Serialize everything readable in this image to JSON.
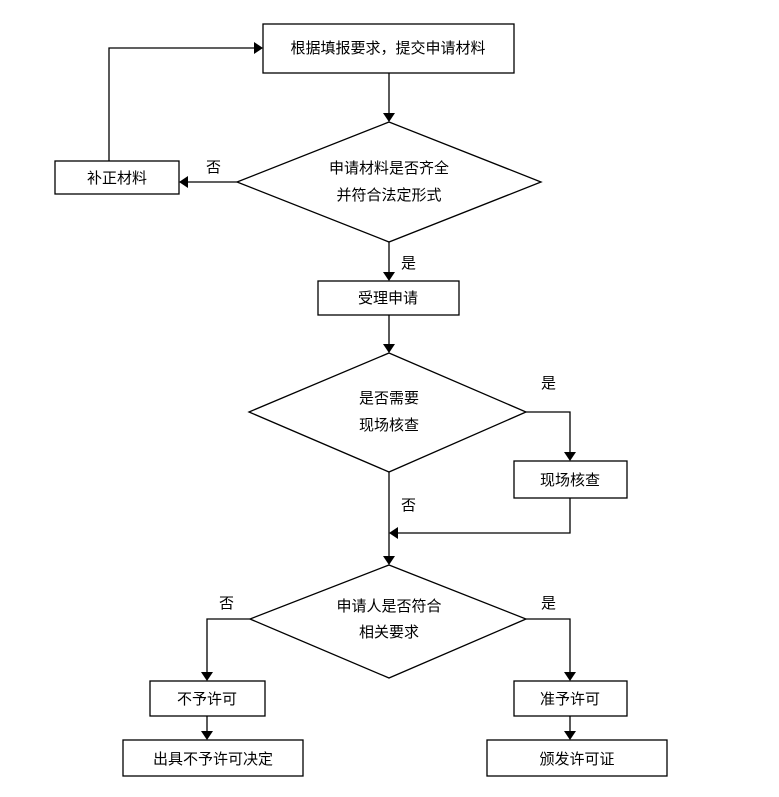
{
  "nodes": {
    "submit": "根据填报要求，提交申请材料",
    "correct": "补正材料",
    "check_line1": "申请材料是否齐全",
    "check_line2": "并符合法定形式",
    "accept": "受理申请",
    "need_line1": "是否需要",
    "need_line2": "现场核查",
    "inspect": "现场核查",
    "meet_line1": "申请人是否符合",
    "meet_line2": "相关要求",
    "deny": "不予许可",
    "deny_decision": "出具不予许可决定",
    "approve": "准予许可",
    "issue": "颁发许可证"
  },
  "edge_labels": {
    "check_no": "否",
    "check_yes": "是",
    "need_yes": "是",
    "need_no": "否",
    "meet_no": "否",
    "meet_yes": "是"
  },
  "colors": {
    "stroke": "#000000",
    "fill": "#ffffff",
    "text": "#000000"
  }
}
